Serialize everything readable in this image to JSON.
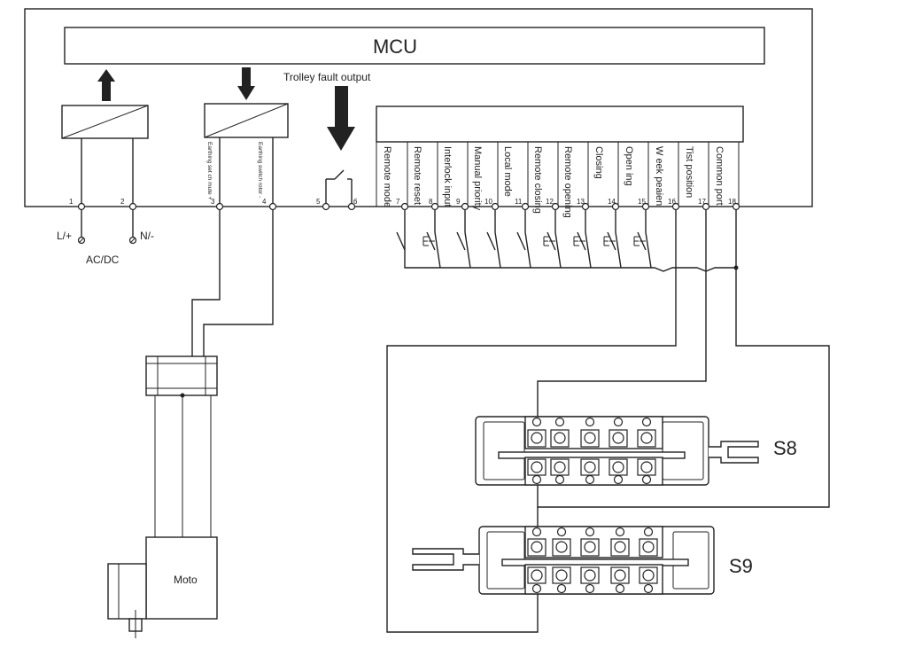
{
  "mcu_label": "MCU",
  "trolley_fault_label": "Trolley fault output",
  "power": {
    "lplus": "L/+",
    "nminus": "N/-",
    "acdc": "AC/DC"
  },
  "earthing_labels": [
    "Earthing set ch mute +",
    "Earthing switch rotor -"
  ],
  "terminal_numbers": [
    "1",
    "2",
    "3",
    "4",
    "5",
    "6",
    "7",
    "8",
    "9",
    "10",
    "11",
    "12",
    "13",
    "14",
    "15",
    "16",
    "17",
    "18"
  ],
  "input_labels": [
    "Remote mode",
    "Remote reset",
    "Interlock input",
    "Manual priority",
    "Local mode",
    "Remote closing",
    "Remote opening",
    "Closing",
    "Open ing",
    "W eek peaien",
    "Tist position",
    "Common port"
  ],
  "motor_label": "Moto",
  "s8_label": "S8",
  "s9_label": "S9"
}
